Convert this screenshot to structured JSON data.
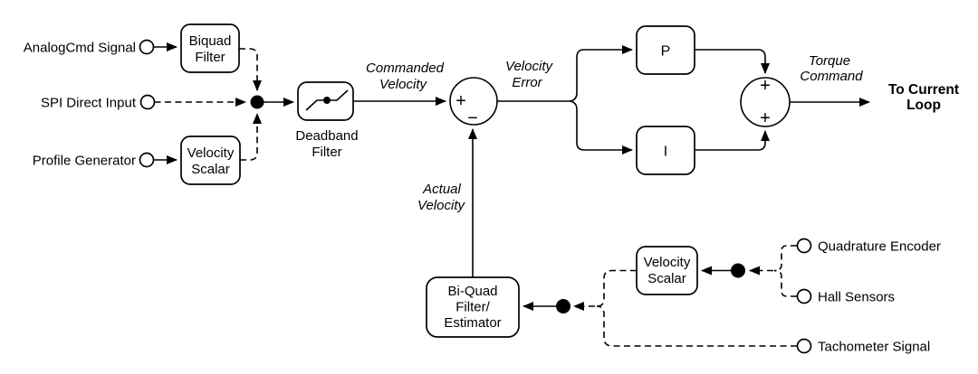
{
  "colors": {
    "line": "#000000",
    "background": "#ffffff"
  },
  "inputs_left": [
    {
      "label": "AnalogCmd Signal"
    },
    {
      "label": "SPI Direct Input"
    },
    {
      "label": "Profile Generator"
    }
  ],
  "inputs_right": [
    {
      "label": "Quadrature Encoder"
    },
    {
      "label": "Hall Sensors"
    },
    {
      "label": "Tachometer Signal"
    }
  ],
  "blocks": {
    "biquad_filter": {
      "lines": [
        "Biquad",
        "Filter"
      ]
    },
    "velocity_scalar_top": {
      "lines": [
        "Velocity",
        "Scalar"
      ]
    },
    "deadband_filter": {
      "lines": [
        "Deadband",
        "Filter"
      ]
    },
    "p_gain": {
      "label": "P"
    },
    "i_gain": {
      "label": "I"
    },
    "biquad_estimator": {
      "lines": [
        "Bi-Quad",
        "Filter/",
        "Estimator"
      ]
    },
    "velocity_scalar_feedback": {
      "lines": [
        "Velocity",
        "Scalar"
      ]
    }
  },
  "signal_labels": {
    "commanded_velocity": {
      "lines": [
        "Commanded",
        "Velocity"
      ]
    },
    "velocity_error": {
      "lines": [
        "Velocity",
        "Error"
      ]
    },
    "actual_velocity": {
      "lines": [
        "Actual",
        "Velocity"
      ]
    },
    "torque_command": {
      "lines": [
        "Torque",
        "Command"
      ]
    }
  },
  "output_label": {
    "lines": [
      "To Current",
      "Loop"
    ]
  },
  "summing": {
    "velocity_sum": {
      "sign_left": "+",
      "sign_bottom": "−"
    },
    "torque_sum": {
      "sign_top": "+",
      "sign_bottom": "+"
    }
  }
}
